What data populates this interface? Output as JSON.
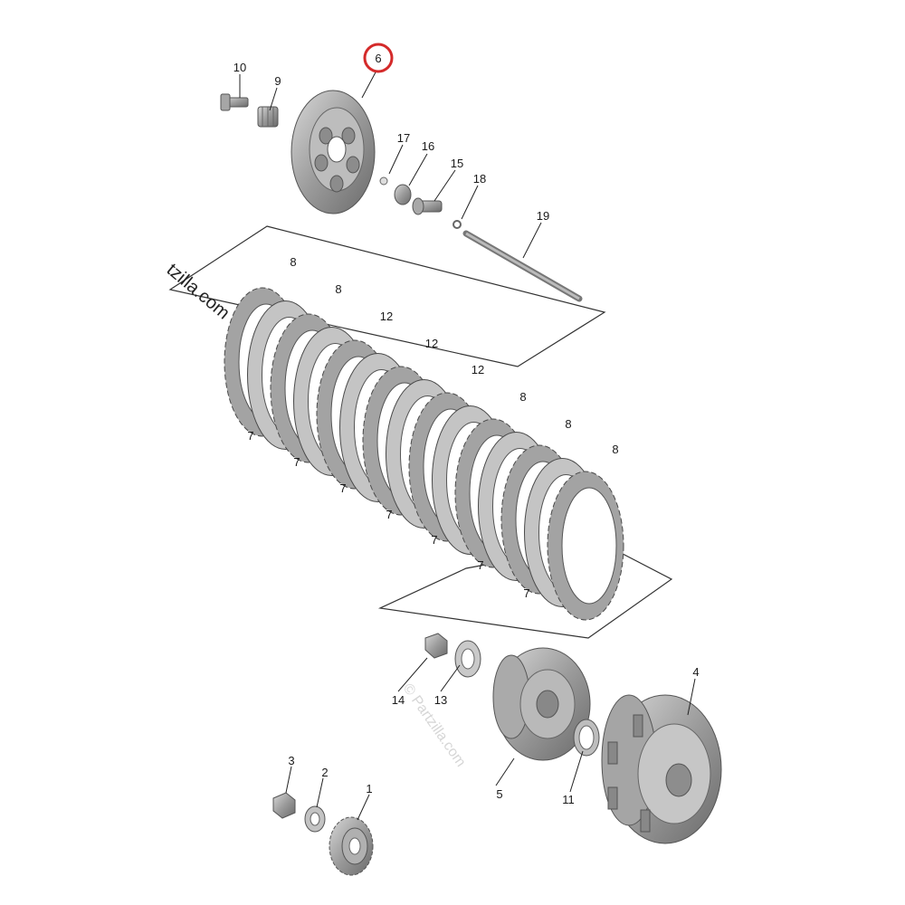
{
  "diagram": {
    "highlight_color": "#d42a2a",
    "part_color": "#9a9a9a",
    "labels": {
      "p1": "1",
      "p2": "2",
      "p3": "3",
      "p4": "4",
      "p5": "5",
      "p6": "6",
      "p7": "7",
      "p8": "8",
      "p9": "9",
      "p10": "10",
      "p11": "11",
      "p12": "12",
      "p13": "13",
      "p14": "14",
      "p15": "15",
      "p16": "16",
      "p17": "17",
      "p18": "18",
      "p19": "19"
    },
    "watermarks": {
      "side": "tzilla.com",
      "diagonal": "© Partzilla.com"
    }
  }
}
